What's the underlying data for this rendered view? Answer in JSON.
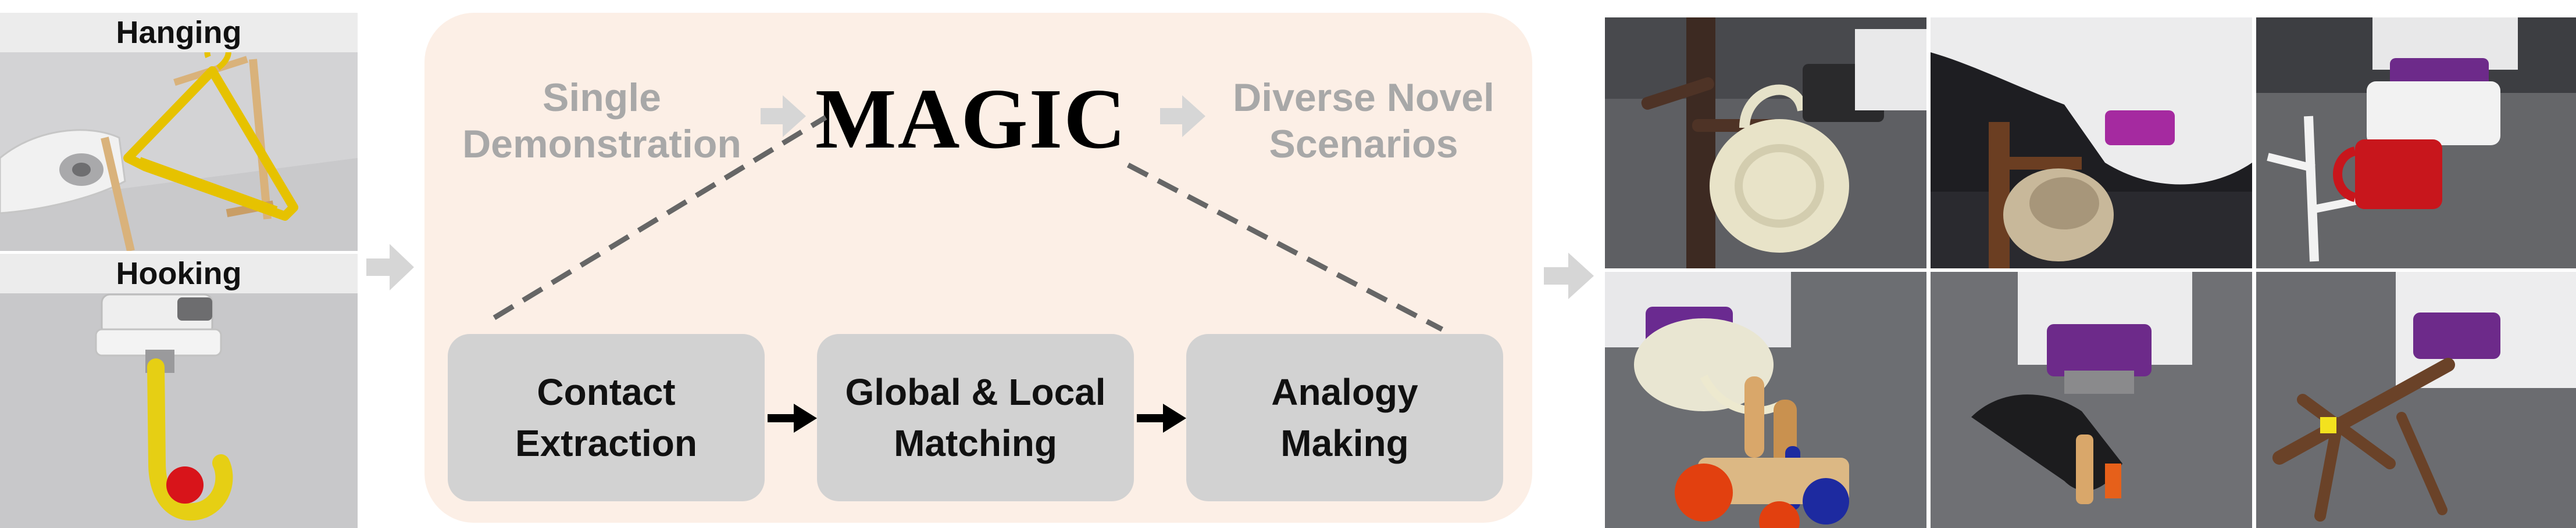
{
  "tasks": {
    "hanging": {
      "label": "Hanging"
    },
    "hooking": {
      "label": "Hooking"
    }
  },
  "pipeline": {
    "input_label": "Single\nDemonstration",
    "method_name": "MAGIC",
    "output_label": "Diverse Novel\nScenarios",
    "steps": [
      {
        "label": "Contact\nExtraction"
      },
      {
        "label": "Global & Local\nMatching"
      },
      {
        "label": "Analogy\nMaking"
      }
    ]
  },
  "colors": {
    "panel_bg": "#fcefe6",
    "box_bg": "#d2d2d2",
    "faded_text": "#a8a8a8",
    "hanger_yellow": "#e8c400",
    "hook_yellow": "#e6cf14",
    "ball_red": "#d8141a"
  }
}
